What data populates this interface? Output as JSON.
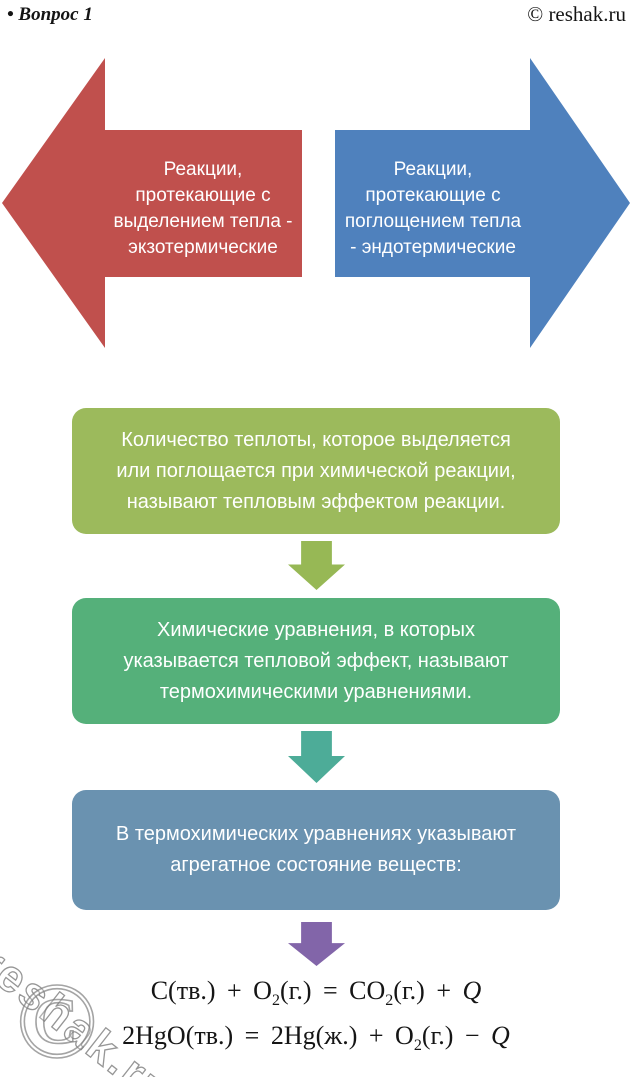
{
  "header": {
    "question_label": "• Вопрос 1",
    "copyright": "© reshak.ru"
  },
  "arrows": {
    "left": {
      "text": "Реакции,\nпротекающие с\nвыделением тепла -\nэкзотермические"
    },
    "right": {
      "text": "Реакции,\nпротекающие с\nпоглощением тепла\n-  эндотермические"
    }
  },
  "flow": [
    {
      "text": "Количество теплоты, которое выделяется\nили поглощается при химической реакции,\nназывают тепловым эффектом реакции."
    },
    {
      "text": "Химические уравнения, в которых\nуказывается тепловой эффект, называют\nтермохимическими уравнениями."
    },
    {
      "text": "В термохимических уравнениях указывают\nагрегатное состояние веществ:"
    }
  ],
  "equations": {
    "lines": [
      {
        "segments": [
          {
            "t": "С(тв.) + O"
          },
          {
            "t": "2",
            "sub": true
          },
          {
            "t": "(г.) = CO"
          },
          {
            "t": "2",
            "sub": true
          },
          {
            "t": "(г.) + "
          },
          {
            "t": "Q",
            "italic": true
          }
        ]
      },
      {
        "segments": [
          {
            "t": "2HgO(тв.) = 2Hg(ж.) + O"
          },
          {
            "t": "2",
            "sub": true
          },
          {
            "t": "(г.) − "
          },
          {
            "t": "Q",
            "italic": true
          }
        ]
      }
    ]
  },
  "watermark": {
    "text": "reshak.ru",
    "symbol": "©"
  },
  "colors": {
    "arrow_left": "#c0504d",
    "arrow_right": "#4f81bd",
    "box1": "#9cba5c",
    "connector1": "#97b855",
    "box2": "#55b07a",
    "connector2": "#4dac98",
    "box3": "#6a92b0",
    "connector3": "#8265a9",
    "text_light": "#ffffff",
    "text_dark": "#141414"
  }
}
